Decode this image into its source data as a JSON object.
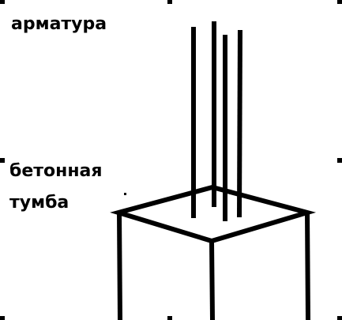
{
  "labels": {
    "rebar": "арматура",
    "pedestal_line1": "бетонная",
    "pedestal_line2": "тумба"
  },
  "colors": {
    "ink": "#000000",
    "background": "#ffffff"
  }
}
